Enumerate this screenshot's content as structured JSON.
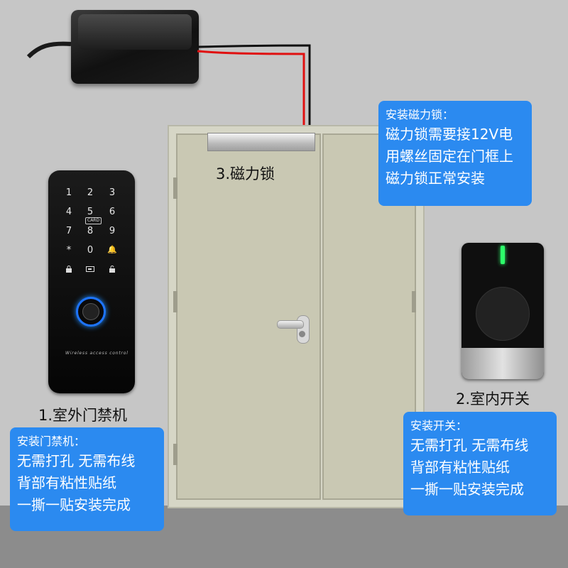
{
  "labels": {
    "maglock": "3.磁力锁",
    "keypad": "1.室外门禁机",
    "exit_switch": "2.室内开关"
  },
  "boxes": {
    "maglock": {
      "title": "安装磁力锁：",
      "lines": [
        "磁力锁需要接12V电",
        "用螺丝固定在门框上",
        "磁力锁正常安装"
      ]
    },
    "keypad": {
      "title": "安装门禁机：",
      "lines": [
        "无需打孔 无需布线",
        "背部有粘性贴纸",
        "一撕一贴安装完成"
      ]
    },
    "exit_switch": {
      "title": "安装开关：",
      "lines": [
        "无需打孔 无需布线",
        "背部有粘性贴纸",
        "一撕一贴安装完成"
      ]
    }
  },
  "keypad": {
    "keys": [
      "1",
      "2",
      "3",
      "4",
      "5",
      "6",
      "7",
      "8",
      "9",
      "*",
      "0",
      "🔔"
    ],
    "card": "CARD",
    "brand": "Wireless access control"
  },
  "colors": {
    "box": "#2b8af0",
    "fingerprint_ring": "#1e74ff",
    "led": "#2dff6a"
  }
}
